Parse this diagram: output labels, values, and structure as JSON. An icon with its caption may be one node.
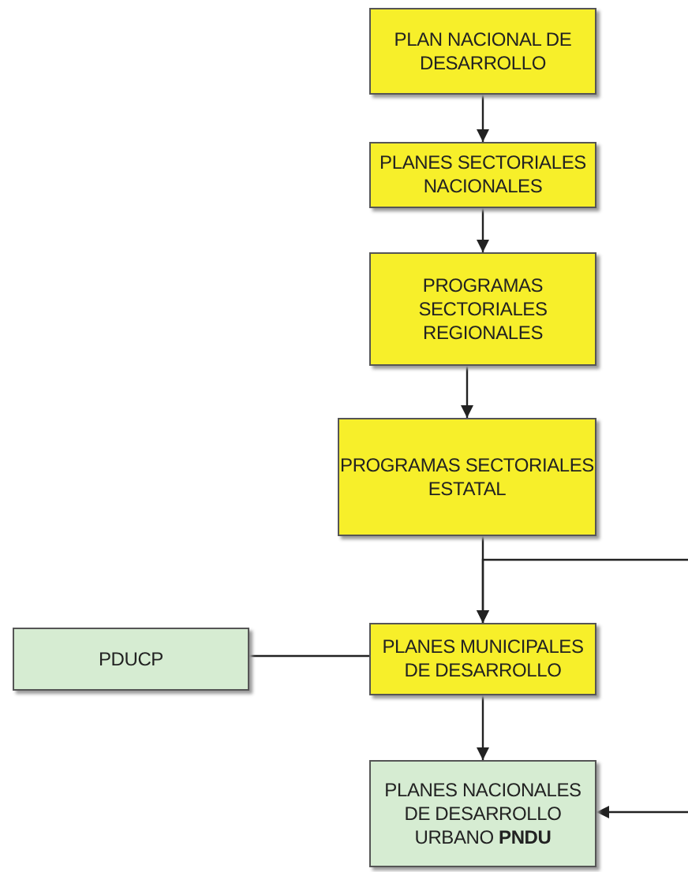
{
  "diagram": {
    "nodes": [
      {
        "text": [
          "PLAN NACIONAL DE DESARROLLO"
        ]
      },
      {
        "text": [
          "PLANES SECTORIALES NACIONALES"
        ]
      },
      {
        "text": [
          "PROGRAMAS SECTORIALES REGIONALES"
        ]
      },
      {
        "text": [
          "PROGRAMAS SECTORIALES ESTATAL"
        ]
      },
      {
        "text": [
          "PDUCP"
        ]
      },
      {
        "text": [
          "PLANES MUNICIPALES DE DESARROLLO"
        ]
      },
      {
        "text": [
          "PLANES NACIONALES DE DESARROLLO URBANO **PNDU**"
        ]
      }
    ],
    "edges": [
      {
        "from": 0,
        "to": 1,
        "arrow": "to"
      },
      {
        "from": 1,
        "to": 2,
        "arrow": "to"
      },
      {
        "from": 2,
        "to": 3,
        "arrow": "to"
      },
      {
        "from": 3,
        "to": 5,
        "arrow": "to"
      },
      {
        "from": null,
        "to": 5,
        "arrow": "to"
      },
      {
        "from": 4,
        "to": 5,
        "arrow": "none"
      },
      {
        "from": 5,
        "to": 6,
        "arrow": "to"
      },
      {
        "from": null,
        "to": 6,
        "arrow": "to"
      }
    ]
  }
}
